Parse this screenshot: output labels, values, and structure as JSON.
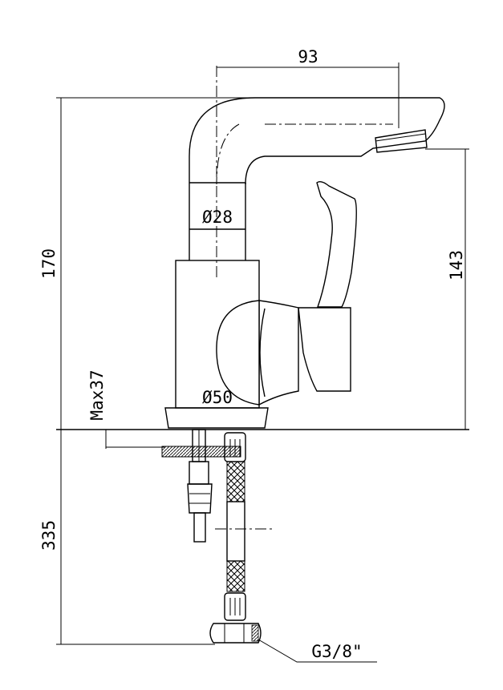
{
  "dimensions": {
    "spout_reach": "93",
    "total_height": "170",
    "spout_height": "143",
    "body_diameter": "Ø28",
    "base_diameter": "Ø50",
    "max_thickness": "Max37",
    "hose_length": "335",
    "thread": "G3/8\""
  }
}
